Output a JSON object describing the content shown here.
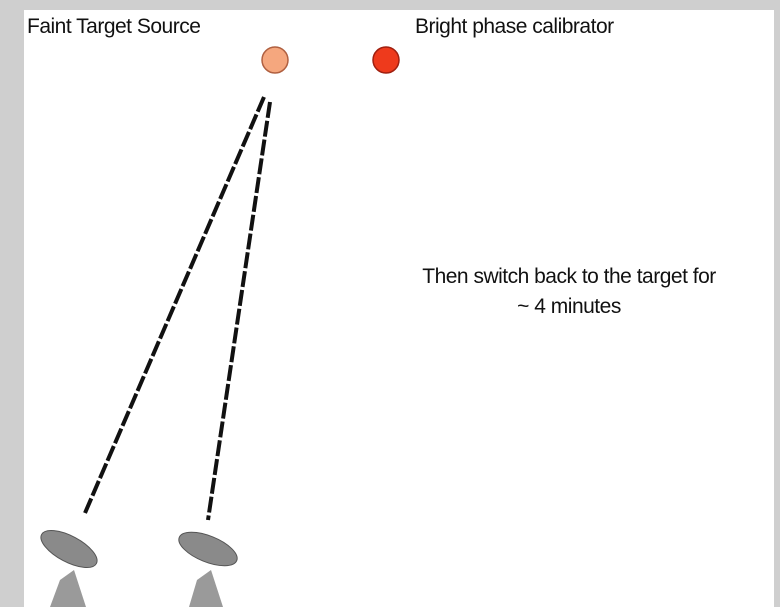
{
  "labels": {
    "target": "Faint Target Source",
    "calibrator": "Bright phase calibrator"
  },
  "note": {
    "line1": "Then switch back to the target for",
    "line2": "~ 4 minutes"
  },
  "colors": {
    "target_source": "#f5a77e",
    "calibrator_source": "#ee3a1c",
    "dish": "#8a8a8a",
    "dish_stand": "#9a9a9a",
    "beam_line": "#111111",
    "background": "#cfcfcf",
    "panel": "#ffffff"
  },
  "icons": {
    "target": "orange-circle",
    "calibrator": "red-circle",
    "antenna": "radio-dish"
  }
}
